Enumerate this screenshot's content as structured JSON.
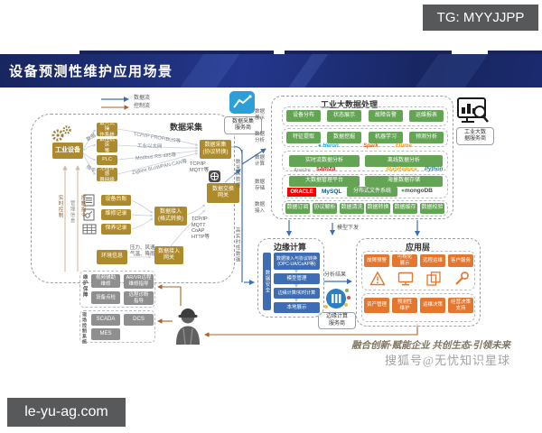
{
  "watermarks": {
    "tg": "TG: MYYJJPP",
    "site": "le-yu-ag.com"
  },
  "banner": {
    "title": "设备预测性维护应用场景"
  },
  "legend": {
    "data_flow": "数据流",
    "control_flow": "控制流"
  },
  "colors": {
    "navy": "#1c2a6a",
    "gold": "#ad8b2d",
    "green": "#64a455",
    "orange": "#e4762d",
    "blue": "#3d6eb5"
  },
  "collection": {
    "region_label": "数据采集",
    "device": "工业设备",
    "fan_labels": [
      "数据",
      "指令"
    ],
    "terminals": [
      "嵌入式操\n作系统",
      "数控机床\n等",
      "PLC",
      "无线传感\n器网络"
    ],
    "protocols": [
      "TCP/IP PROFIBUS等",
      "工业以太网",
      "Modbus RS-485等",
      "Zigbee 6LoWPAN CAN等"
    ],
    "gateway_collect": "数据采集\n(协议转换)",
    "net_top": "TCP/IP\nMQTT等",
    "exchange_gateway": "数据交换\n网关",
    "net_mid": "TCP/IP\nMQTT\nCoAP\nHTTP等",
    "docs": [
      "设备台账",
      "维修记录",
      "保养记录"
    ],
    "doc_gateway": "数据接入\n(格式转换)",
    "env_label": "环境信息",
    "env_desc": "压力、风速、\n气温、降雨量",
    "env_gateway": "数据接入\n网关",
    "mgmt_side": "管理信息",
    "ctrl_left": "实时控制",
    "ctrl_right": "控制指令"
  },
  "providers": {
    "collection": "数据采集\n服务商",
    "bigdata": "工业大数\n据服务商",
    "edge": "边缘计算\n服务商"
  },
  "bigdata": {
    "title": "工业大数据处理",
    "row_labels": [
      "数据\n展示",
      "数据\n分析",
      "数据\n计算",
      "数据\n存储",
      "数据\n接入"
    ],
    "display_items": [
      "设备分布",
      "状态展示",
      "故障告警",
      "运维报表"
    ],
    "analysis_items": [
      "特征提取",
      "数据挖掘",
      "机器学习",
      "预测分析"
    ],
    "compute_items": [
      "实时流数据分析",
      "离线数据分析"
    ],
    "storage_items": [
      "大数据管理平台",
      "海量数据存储"
    ],
    "access_items": [
      "数据订阅",
      "协议解析",
      "数据清洗",
      "数据转换",
      "数据缓存",
      "数据校验"
    ],
    "logos_top": [
      "Heron",
      "Spark",
      "Flume"
    ],
    "logos_mid": [
      "Apache",
      "samza",
      "MapReduce",
      "Python"
    ],
    "logos_storage": [
      "ORACLE",
      "MySQL",
      "分布式文件系统",
      "mongoDB"
    ]
  },
  "flows": {
    "after_collect": "数采后数据",
    "high_realtime": "高实时性数据",
    "model_deploy": "模型下发",
    "analysis_result": "分析结果"
  },
  "edge": {
    "title": "边缘计算",
    "side": "数据安全",
    "boxes": [
      "数据接入与协议转换\n(OPC-UA/CoAP等)",
      "模型管理",
      "边缘计算/实时计算",
      "本地展示"
    ]
  },
  "app": {
    "title": "应用层",
    "row1": [
      "故障预警",
      "可视化\n展示",
      "远程运维",
      "客户服务"
    ],
    "row2": [
      "资产管理",
      "预测性\n维护",
      "运维决策",
      "经营决策\n支持"
    ]
  },
  "field": {
    "maintain_label": "维护保障",
    "maintain_items": [
      "视频辅助\n维修",
      "AR/VR远程\n维修指导",
      "设备点检",
      "远程诊断\n指导"
    ],
    "control_label": "现场控制系统",
    "control_items": [
      "SCADA",
      "DCS",
      "MES"
    ]
  },
  "footer": {
    "slogan": "融合创新·赋能企业  共创生态·引领未来",
    "account": "搜狐号@无忧知识星球"
  }
}
